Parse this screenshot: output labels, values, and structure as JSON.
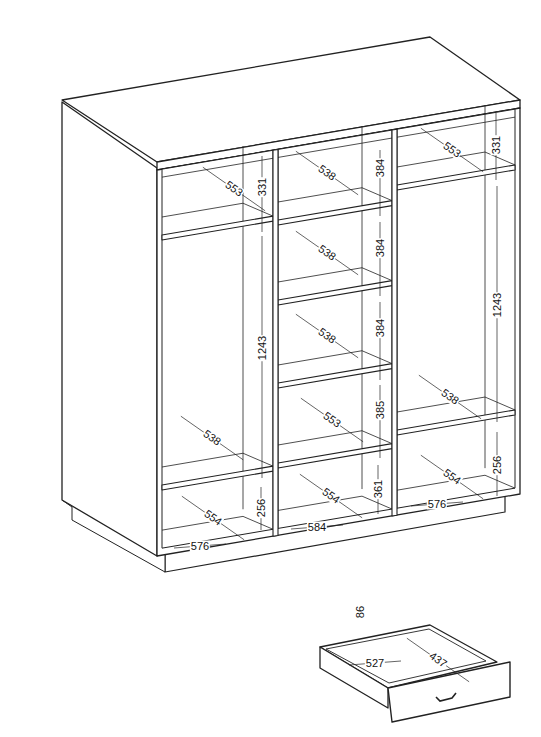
{
  "diagram": {
    "labels": [
      "553",
      "331",
      "538",
      "384",
      "553",
      "331",
      "538",
      "384",
      "1243",
      "538",
      "384",
      "1243",
      "553",
      "385",
      "538",
      "538",
      "554",
      "256",
      "554",
      "361",
      "554",
      "256",
      "576",
      "584",
      "576",
      "86",
      "527",
      "437"
    ]
  }
}
